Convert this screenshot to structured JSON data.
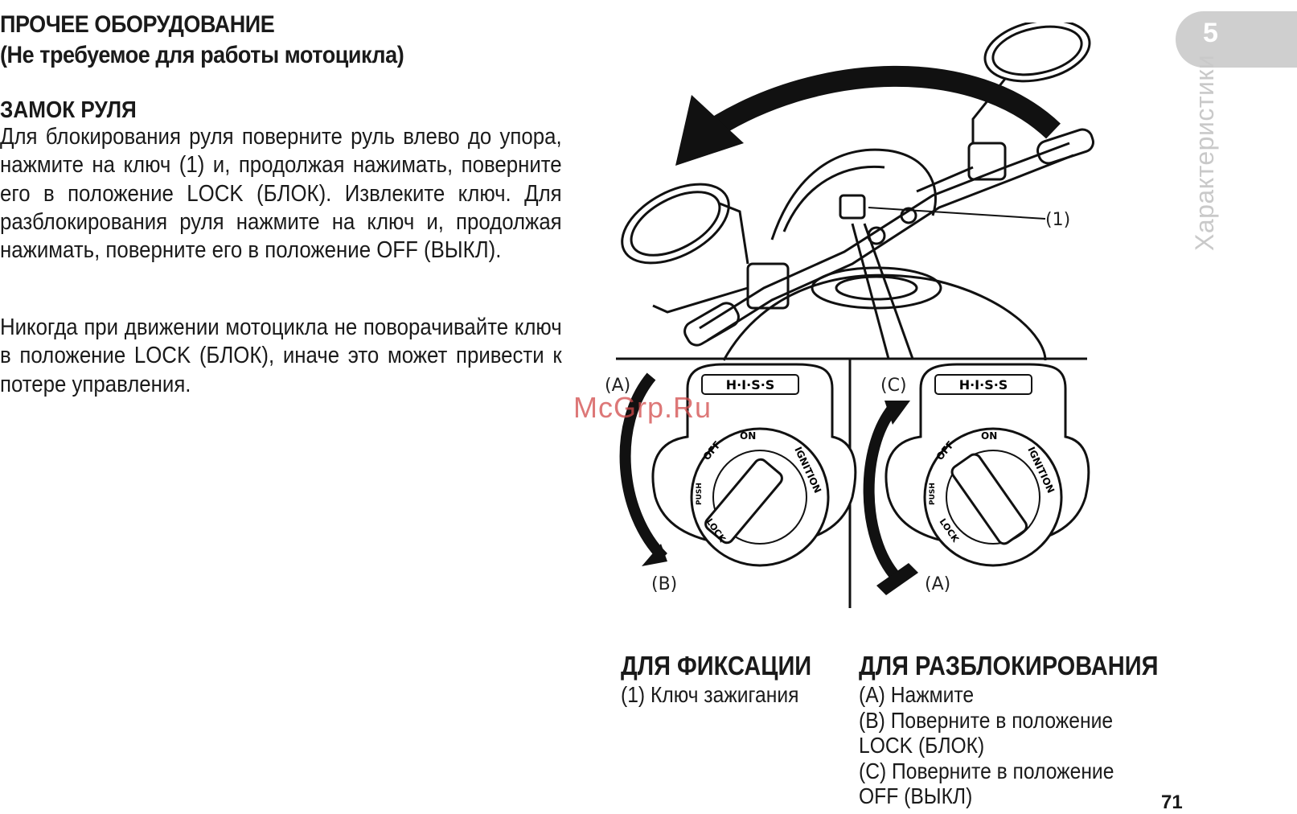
{
  "section": {
    "title_line1": "ПРОЧЕЕ ОБОРУДОВАНИЕ",
    "title_line2": "(Не требуемое для работы мотоцикла)"
  },
  "steering_lock": {
    "heading": "ЗАМОК РУЛЯ",
    "paragraph1": "Для блокирования руля поверните руль влево до упора, нажмите на ключ (1) и, продолжая нажимать, поверните его в положение LOCK (БЛОК). Извлеките ключ. Для разблокирования руля нажмите на ключ и, продолжая нажимать, поверните его в положение OFF (ВЫКЛ).",
    "paragraph2": "Никогда при движении мотоцикла не поворачивайте ключ в положение LOCK (БЛОК), иначе это может привести к потере управления."
  },
  "chapter_tab": {
    "number": "5",
    "title": "Характеристики"
  },
  "figure": {
    "callout_key": "(1)",
    "label_a_left": "(A)",
    "label_b": "(B)",
    "label_c": "(C)",
    "label_a_right": "(A)",
    "switch_badge": "H·I·S·S",
    "pos_on": "ON",
    "pos_off": "OFF",
    "pos_push": "PUSH",
    "pos_lock": "LOCK",
    "pos_ignition": "IGNITION"
  },
  "captions": {
    "lock_heading": "ДЛЯ ФИКСАЦИИ",
    "lock_item1": "(1) Ключ зажигания",
    "unlock_heading": "ДЛЯ РАЗБЛОКИРОВАНИЯ",
    "unlock_item_a": "(A) Нажмите",
    "unlock_item_b1": "(B) Поверните в положение",
    "unlock_item_b2": "LOCK (БЛОК)",
    "unlock_item_c1": "(C) Поверните в положение",
    "unlock_item_c2": "OFF (ВЫКЛ)"
  },
  "page_number": "71",
  "watermark": "McGrp.Ru"
}
